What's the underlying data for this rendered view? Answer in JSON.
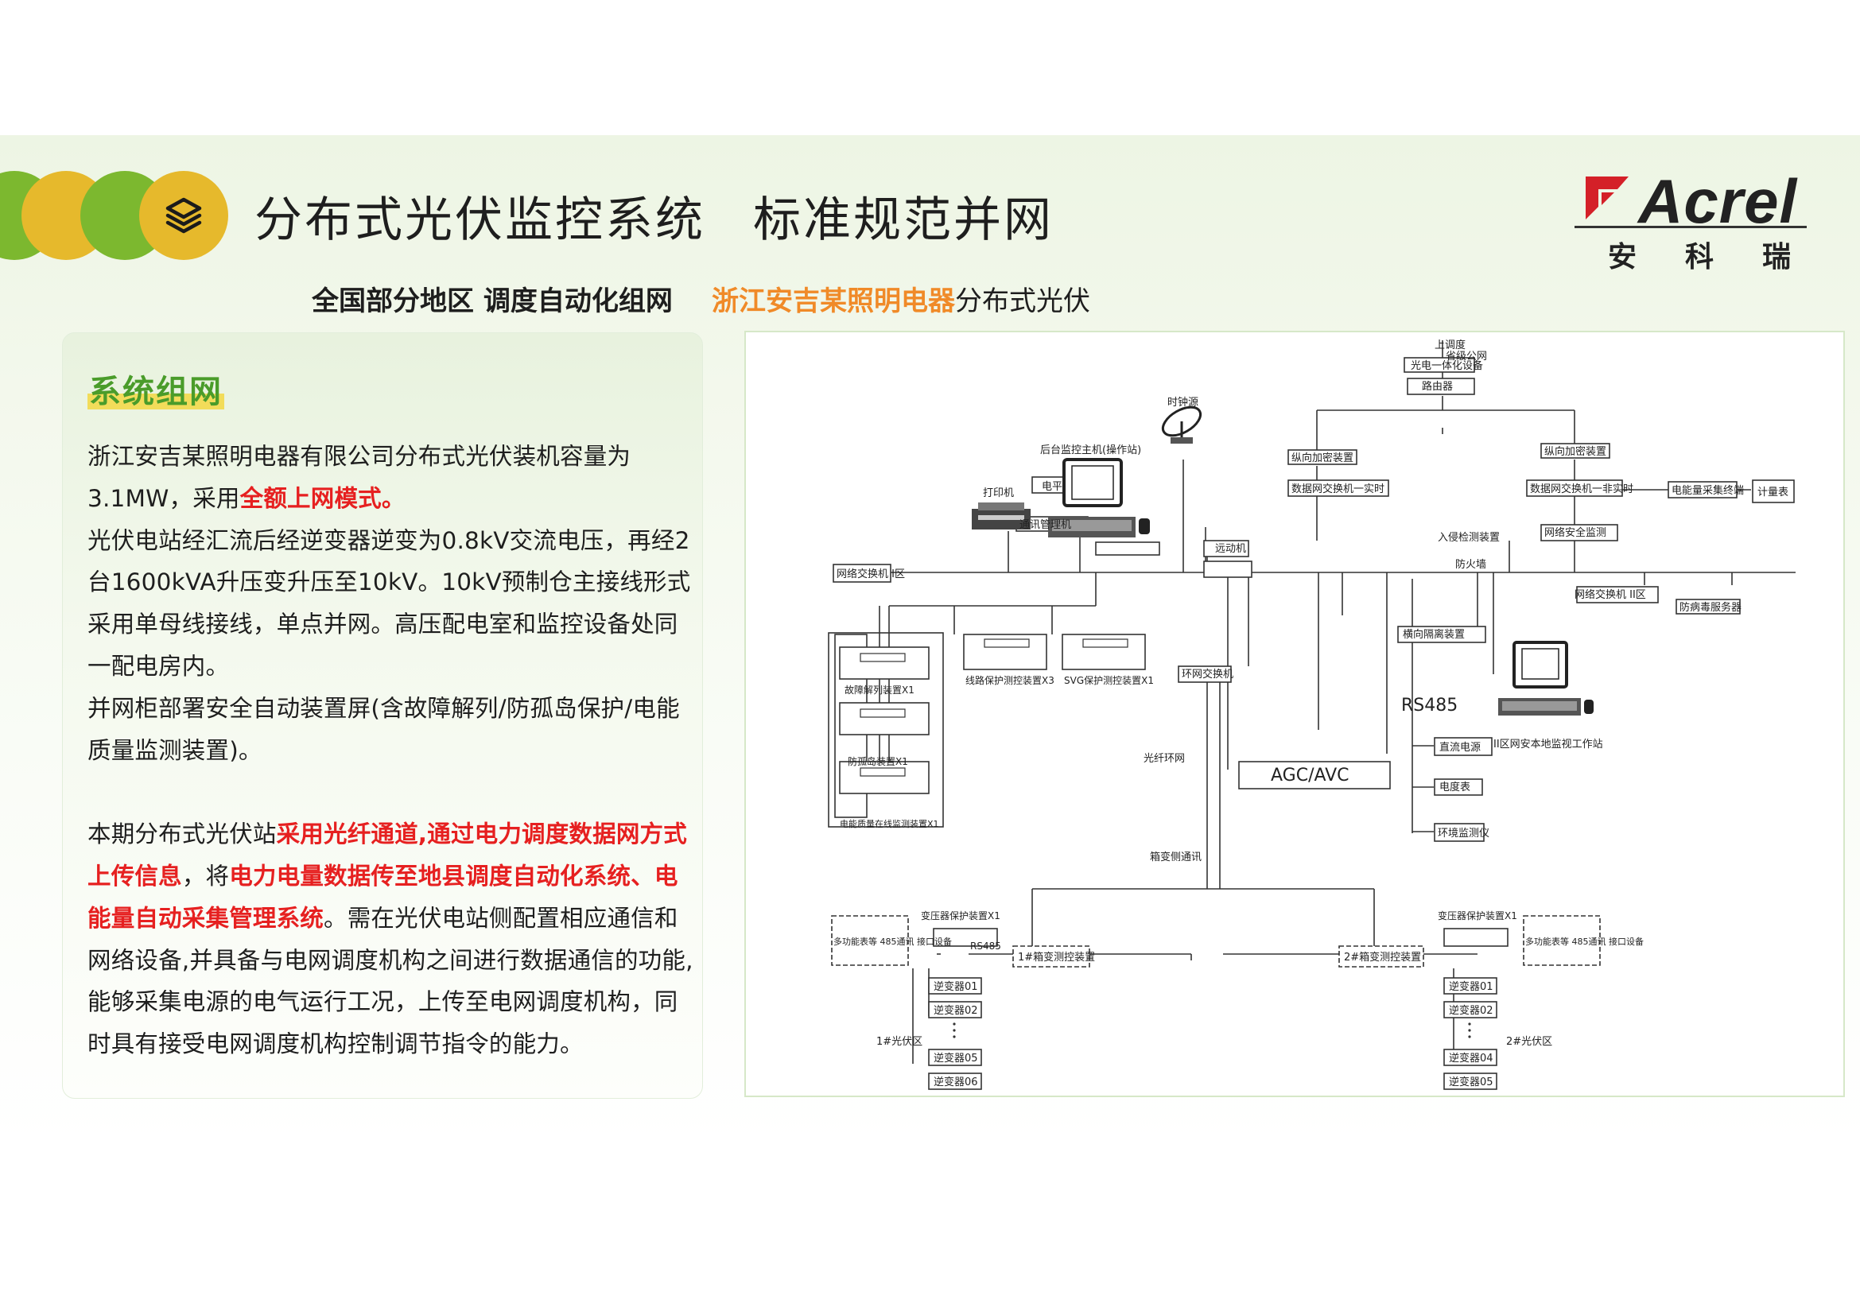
{
  "header": {
    "title_part1": "分布式光伏监控系统",
    "title_part2": "标准规范并网",
    "icon": "layers-icon"
  },
  "logo": {
    "brand": "Acrel",
    "cn_chars": [
      "安",
      "科",
      "瑞"
    ]
  },
  "subtitle": {
    "left": "全国部分地区 调度自动化组网",
    "right_highlight": "浙江安吉某照明电器",
    "right_rest": "分布式光伏"
  },
  "section": {
    "heading": "系统组网",
    "lines": [
      {
        "parts": [
          {
            "t": "浙江安吉某照明电器有限公司分布式光伏装机容量为"
          }
        ]
      },
      {
        "parts": [
          {
            "t": "3.1MW，采用"
          },
          {
            "t": "全额上网模式。",
            "red": true
          }
        ]
      },
      {
        "parts": [
          {
            "t": "光伏电站经汇流后经逆变器逆变为0.8kV交流电压，再经2"
          }
        ]
      },
      {
        "parts": [
          {
            "t": "台1600kVA升压变升压至10kV。10kV预制仓主接线形式"
          }
        ]
      },
      {
        "parts": [
          {
            "t": "采用单母线接线，单点并网。高压配电室和监控设备处同"
          }
        ]
      },
      {
        "parts": [
          {
            "t": "一配电房内。"
          }
        ]
      },
      {
        "parts": [
          {
            "t": "并网柜部署安全自动装置屏(含故障解列/防孤岛保护/电能"
          }
        ]
      },
      {
        "parts": [
          {
            "t": "质量监测装置)。"
          }
        ]
      },
      {
        "gap": true
      },
      {
        "parts": [
          {
            "t": "本期分布式光伏站"
          },
          {
            "t": "采用光纤通道,通过电力调度数据网方式",
            "red": true
          }
        ]
      },
      {
        "parts": [
          {
            "t": "上传信息",
            "red": true
          },
          {
            "t": "，将"
          },
          {
            "t": "电力电量数据传至地县调度自动化系统、电",
            "red": true
          }
        ]
      },
      {
        "parts": [
          {
            "t": "能量自动采集管理系统",
            "red": true
          },
          {
            "t": "。需在光伏电站侧配置相应通信和"
          }
        ]
      },
      {
        "parts": [
          {
            "t": "网络设备,并具备与电网调度机构之间进行数据通信的功能,"
          }
        ]
      },
      {
        "parts": [
          {
            "t": "能够采集电源的电气运行工况，上传至电网调度机构，同"
          }
        ]
      },
      {
        "parts": [
          {
            "t": "时具有接受电网调度机构控制调节指令的能力。"
          }
        ]
      }
    ]
  },
  "diagram": {
    "top_labels": {
      "upper": "上调度",
      "network": "省级公网",
      "device": "光电一体化设备",
      "router": "路由器"
    },
    "clock": "时钟源",
    "monitor_host": "后台监控主机(操作站)",
    "printer": "打印机",
    "modem": "电平",
    "comm_mgr": "通讯管理机",
    "remote": "远动机",
    "encrypt1": "纵向加密装置",
    "switch_rt": "数据网交换机一实时",
    "encrypt2": "纵向加密装置",
    "switch_nrt": "数据网交换机一非实时",
    "meter_term": "电能量采集终端",
    "meter": "计量表",
    "intrusion": "入侵检测装置",
    "firewall": "防火墙",
    "sec_monitor": "网络安全监测",
    "switch1": "网络交换机 I区",
    "switch2": "网络交换机 II区",
    "virus": "防病毒服务器",
    "iso": "横向隔离装置",
    "ring_switch": "环网交换机",
    "fiber_ring": "光纤环网",
    "box_comm": "箱变侧通讯",
    "agc": "AGC/AVC",
    "rs485": "RS485",
    "dc": "直流电源",
    "energy_meter": "电度表",
    "env": "环境监测仪",
    "workstation": "II区网安本地监视工作站",
    "dev_fault": "故障解列装置X1",
    "dev_island": "防孤岛装置X1",
    "dev_quality": "电能质量在线监测装置X1",
    "dev_line": "线路保护测控装置X3",
    "dev_svg": "SVG保护测控装置X1",
    "trafo1": "变压器保护装置X1",
    "trafo2": "变压器保护装置X1",
    "multi1": "多功能表等 485通讯 接口设备",
    "multi2": "多功能表等 485通讯 接口设备",
    "box1": "1#箱变测控装置",
    "box2": "2#箱变测控装置",
    "rs485_small": "RS485",
    "inv_left": [
      "逆变器01",
      "逆变器02",
      "逆变器05",
      "逆变器06"
    ],
    "inv_right": [
      "逆变器01",
      "逆变器02",
      "逆变器04",
      "逆变器05"
    ],
    "zone1": "1#光伏区",
    "zone2": "2#光伏区"
  }
}
